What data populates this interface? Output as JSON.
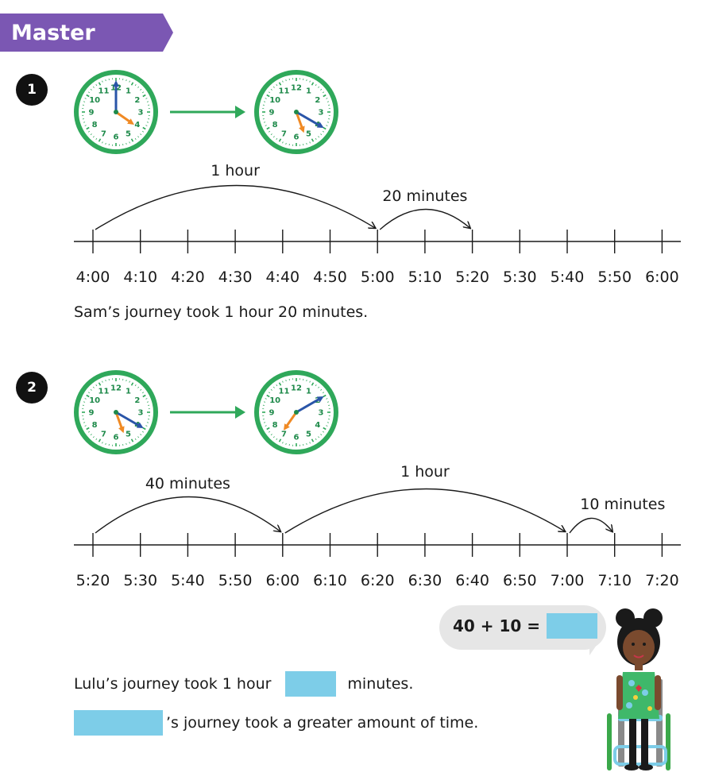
{
  "banner": {
    "title": "Master"
  },
  "q1": {
    "number": "1",
    "clock_start": {
      "hour_minutes": 250,
      "minute": 0
    },
    "clock_end": {
      "hour_minutes": 320,
      "minute": 20
    },
    "ticks": [
      "4:00",
      "4:10",
      "4:20",
      "4:30",
      "4:40",
      "4:50",
      "5:00",
      "5:10",
      "5:20",
      "5:30",
      "5:40",
      "5:50",
      "6:00"
    ],
    "jumps": [
      {
        "from": 0,
        "to": 6,
        "label": "1 hour"
      },
      {
        "from": 6,
        "to": 8,
        "label": "20 minutes"
      }
    ],
    "sentence": "Sam’s journey took 1 hour 20 minutes."
  },
  "q2": {
    "number": "2",
    "clock_start": {
      "hour_minutes": 320,
      "minute": 20
    },
    "clock_end": {
      "hour_minutes": 430,
      "minute": 10
    },
    "ticks": [
      "5:20",
      "5:30",
      "5:40",
      "5:50",
      "6:00",
      "6:10",
      "6:20",
      "6:30",
      "6:40",
      "6:50",
      "7:00",
      "7:10",
      "7:20"
    ],
    "jumps": [
      {
        "from": 0,
        "to": 4,
        "label": "40 minutes"
      },
      {
        "from": 4,
        "to": 10,
        "label": "1 hour"
      },
      {
        "from": 10,
        "to": 11,
        "label": "10 minutes"
      }
    ],
    "bubble": {
      "expression": "40 + 10 ="
    },
    "sentence1": {
      "before": "Lulu’s journey took 1 hour",
      "after": "minutes."
    },
    "sentence2": {
      "after": "’s journey took a greater amount of time."
    }
  },
  "colors": {
    "banner": "#7b57b3",
    "clock_ring": "#2fa85a",
    "hour_hand": "#f08a24",
    "minute_hand": "#2a55a8",
    "arrow": "#2fa85a",
    "answer_box": "#7dcde8"
  },
  "icons": {
    "arrow": "green-right-arrow-icon",
    "character": "child-in-wheelchair-illustration"
  }
}
